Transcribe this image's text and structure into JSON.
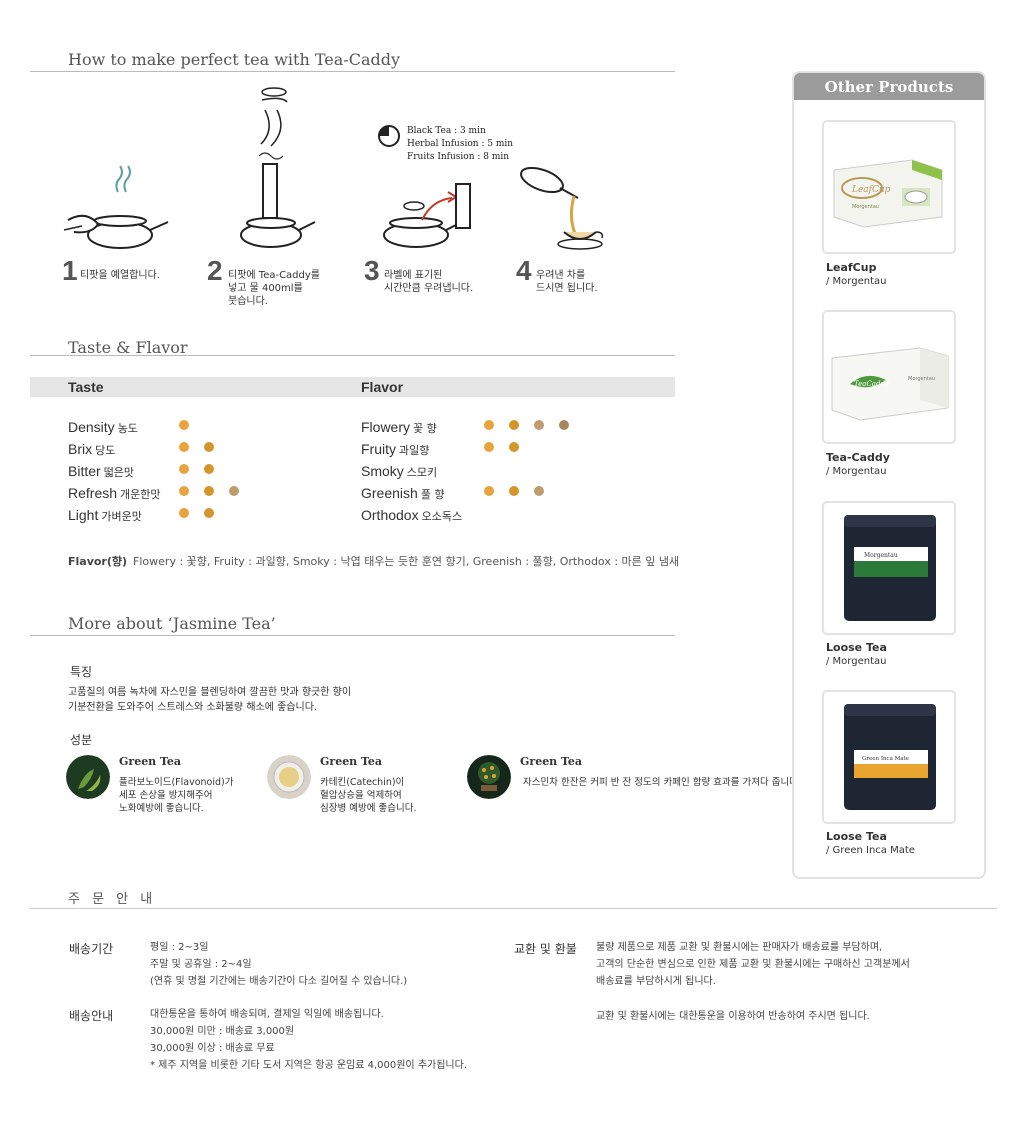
{
  "how_to": {
    "title": "How to make perfect tea with Tea-Caddy",
    "steps": [
      {
        "num": "1",
        "text": "티팟을 예열합니다."
      },
      {
        "num": "2",
        "text": "티팟에 Tea-Caddy를\n넣고 물 400ml를\n붓습니다."
      },
      {
        "num": "3",
        "text": "라벨에 표기된\n시간만큼 우려냅니다."
      },
      {
        "num": "4",
        "text": "우려낸 차를\n드시면 됩니다."
      }
    ],
    "infusion": [
      "Black Tea : 3 min",
      "Herbal Infusion : 5 min",
      "Fruits Infusion : 8 min"
    ]
  },
  "taste_flavor": {
    "title": "Taste & Flavor",
    "taste_header": "Taste",
    "flavor_header": "Flavor",
    "taste_rows": [
      {
        "en": "Density",
        "ko": "농도",
        "level": 1
      },
      {
        "en": "Brix",
        "ko": "당도",
        "level": 2
      },
      {
        "en": "Bitter",
        "ko": "떫은맛",
        "level": 2
      },
      {
        "en": "Refresh",
        "ko": "개운한맛",
        "level": 3
      },
      {
        "en": "Light",
        "ko": "가벼운맛",
        "level": 2
      }
    ],
    "flavor_rows": [
      {
        "en": "Flowery",
        "ko": "꽃 향",
        "level": 4
      },
      {
        "en": "Fruity",
        "ko": "과일향",
        "level": 2
      },
      {
        "en": "Smoky",
        "ko": "스모키",
        "level": 0
      },
      {
        "en": "Greenish",
        "ko": "풀 향",
        "level": 3
      },
      {
        "en": "Orthodox",
        "ko": "오소독스",
        "level": 0
      }
    ],
    "dot_colors": [
      "#e8a33a",
      "#d4952a",
      "#bf9b6e",
      "#a8865d"
    ],
    "note_label": "Flavor(향)",
    "note_text": "Flowery : 꽃향, Fruity : 과일향, Smoky : 낙엽 태우는 듯한 훈연 향기, Greenish : 풀향, Orthodox : 마른 잎 냄새"
  },
  "more_about": {
    "title": "More about ‘Jasmine Tea’",
    "feature_label": "특징",
    "feature_text": "고품질의 여름 녹차에 자스민을 블렌딩하여 깔끔한 맛과 향긋한 향이\n기분전환을 도와주어 스트레스와 소화불량 해소에 좋습니다.",
    "ingredient_label": "성분",
    "ingredients": [
      {
        "title": "Green Tea",
        "desc": "플라보노이드(Flavonoid)가\n세포 손상을 방지해주어\n노화예방에 좋습니다."
      },
      {
        "title": "Green Tea",
        "desc": "카테킨(Catechin)이\n혈압상승을 억제하여\n심장병 예방에 좋습니다."
      },
      {
        "title": "Green Tea",
        "desc": "자스민차 한잔은 커피 반 잔 정도의\n카페인 함량 효과를 가져다 줍니다."
      }
    ]
  },
  "sidebar": {
    "title": "Other Products",
    "products": [
      {
        "name": "LeafCup",
        "sub": "/ Morgentau"
      },
      {
        "name": "Tea-Caddy",
        "sub": "/ Morgentau"
      },
      {
        "name": "Loose Tea",
        "sub": "/ Morgentau"
      },
      {
        "name": "Loose Tea",
        "sub": "/ Green Inca Mate"
      }
    ],
    "box_labels": [
      "LeafCup",
      "Morgentau",
      "TeaCaddy",
      "Morgentau",
      "Morgentau",
      "Green Inca Mate"
    ]
  },
  "order": {
    "title": "주 문 안 내",
    "delivery_period_label": "배송기간",
    "delivery_period_text": "평일 : 2~3일\n주말 및 공휴일 : 2~4일\n(연휴 및 명절 기간에는 배송기간이 다소 길어질 수 있습니다.)",
    "delivery_info_label": "배송안내",
    "delivery_info_text": "대한통운을 통하여 배송되며, 결제일 익일에 배송됩니다.\n30,000원 미만 : 배송료 3,000원\n30,000원 이상 : 배송료 무료\n* 제주 지역을 비롯한 기타 도서 지역은 항공 운임료 4,000원이 추가됩니다.",
    "exchange_label": "교환 및 환불",
    "exchange_text": "불량 제품으로 제품 교환 및 환불시에는 판매자가 배송료를 부담하며,\n고객의 단순한 변심으로 인한 제품 교환 및 환불시에는 구매하신 고객분께서\n배송료를 부담하시게 됩니다.",
    "exchange_text2": "교환 및 환불시에는 대한통운을 이용하여 반송하여 주시면 됩니다."
  }
}
